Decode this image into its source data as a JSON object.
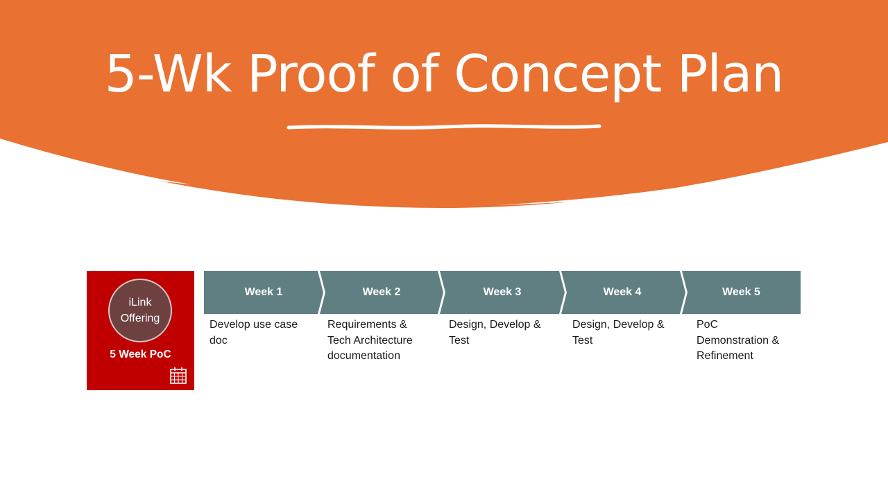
{
  "slide": {
    "title": "5-Wk Proof of Concept Plan"
  },
  "colors": {
    "header": "#e97132",
    "badge": "#c00000",
    "badge_circle": "#6e4141",
    "chevron": "#5f7f83",
    "text": "#1a1a1a"
  },
  "badge": {
    "circle_text": "iLink\nOffering",
    "label": "5 Week PoC",
    "icon": "calendar-icon"
  },
  "weeks": [
    {
      "label": "Week 1",
      "description": "Develop use case\ndoc"
    },
    {
      "label": "Week 2",
      "description": "Requirements &\nTech Architecture\ndocumentation"
    },
    {
      "label": "Week 3",
      "description": "Design, Develop &\nTest"
    },
    {
      "label": "Week 4",
      "description": "Design, Develop &\nTest"
    },
    {
      "label": "Week 5",
      "description": "PoC\nDemonstration &\nRefinement"
    }
  ]
}
